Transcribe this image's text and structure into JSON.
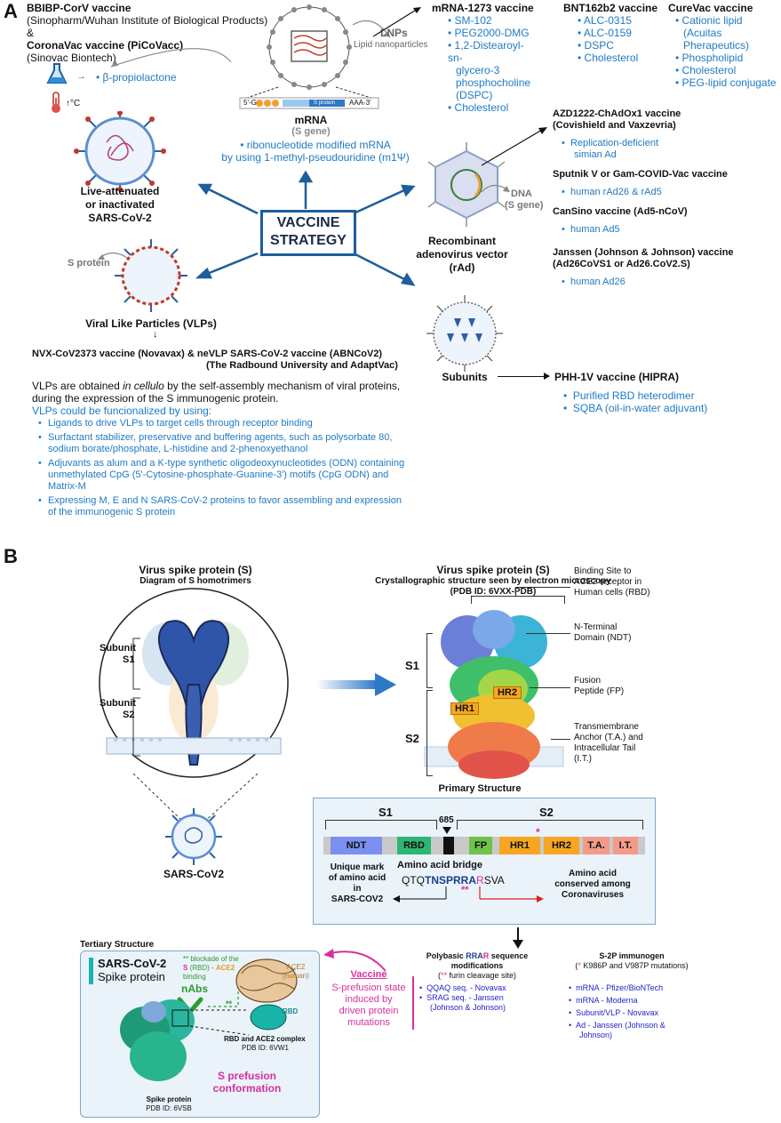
{
  "panels": {
    "a": "A",
    "b": "B"
  },
  "inactivated": {
    "v1_name": "BBIBP-CorV vaccine",
    "v1_maker": "(Sinopharm/Wuhan Institute of Biological Products)",
    "amp": "&",
    "v2_name": "CoronaVac vaccine (PiCoVacc)",
    "v2_maker": "(Sinovac Biontech)",
    "agent": "β-propiolactone",
    "temp": "°C",
    "title": [
      "Live-attenuated",
      "or inactivated",
      "SARS-CoV-2"
    ]
  },
  "mrna": {
    "lnp_title": "LNPs",
    "lnp_sub": "Lipid nanoparticles",
    "cap": "5'-G",
    "tail": "AAA-3'",
    "gene_label": "S protein",
    "title": "mRNA",
    "sub": "(S gene)",
    "note_line1": "ribonucleotide modified mRNA",
    "note_line2": "by using 1-methyl-pseudouridine (m1Ψ)"
  },
  "mrna_vaccines": [
    {
      "name": "mRNA-1273 vaccine",
      "items": [
        "SM-102",
        "PEG2000-DMG",
        "1,2-Distearoyl-sn-",
        "glycero-3",
        "phosphocholine",
        "(DSPC)",
        "Cholesterol"
      ]
    },
    {
      "name": "BNT162b2 vaccine",
      "items": [
        "ALC-0315",
        "ALC-0159",
        "DSPC",
        "Cholesterol"
      ]
    },
    {
      "name": "CureVac vaccine",
      "items": [
        "Cationic lipid",
        "(Acuitas Pherapeutics)",
        "Phospholipid",
        "Cholesterol",
        "PEG-lipid conjugate"
      ]
    }
  ],
  "center": [
    "VACCINE",
    "STRATEGY"
  ],
  "adeno": {
    "dna": "DNA",
    "dna_sub": "(S gene)",
    "title": [
      "Recombinant",
      "adenovirus vector",
      "(rAd)"
    ],
    "vaccines": [
      {
        "name1": "AZD1222-ChAdOx1 vaccine",
        "name2": "(Covishield and Vaxzevria)",
        "items": [
          "Replication-deficient",
          "simian Ad"
        ]
      },
      {
        "name1": "Sputnik V or Gam-COVID-Vac vaccine",
        "name2": "",
        "items": [
          "human rAd26 & rAd5"
        ]
      },
      {
        "name1": "CanSino vaccine (Ad5-nCoV)",
        "name2": "",
        "items": [
          "human Ad5"
        ]
      },
      {
        "name1": "Janssen  (Johnson & Johnson) vaccine",
        "name2": "(Ad26CoVS1 or Ad26.CoV2.S)",
        "items": [
          "human Ad26"
        ]
      }
    ]
  },
  "vlp": {
    "sprotein": "S protein",
    "title": "Viral Like Particles (VLPs)",
    "vaccines1": "NVX-CoV2373 vaccine (Novavax) & neVLP SARS-CoV-2 vaccine (ABNCoV2)",
    "vaccines2": "(The Radbound University and AdaptVac)",
    "desc1_a": "VLPs are obtained ",
    "desc1_i": "in cellulo",
    "desc1_b": " by the self-assembly mechanism of viral proteins,",
    "desc2": "during the expression of the S immunogenic protein.",
    "desc3": "VLPs could be funcionalized by using:",
    "bullets": [
      [
        "Ligands to drive VLPs to target cells through receptor binding"
      ],
      [
        "Surfactant stabilizer, preservative and buffering agents, such as polysorbate 80,",
        "sodium borate/phosphate, L-histidine and 2-phenoxyethanol"
      ],
      [
        "Adjuvants as alum and a K-type synthetic oligodeoxynucleotides (ODN) containing",
        "unmethylated CpG (5'-Cytosine-phosphate-Guanine-3') motifs (CpG ODN) and",
        "Matrix-M"
      ],
      [
        "Expressing M, E and N SARS-CoV-2 proteins to favor assembling and expression",
        "of the immunogenic S protein"
      ]
    ]
  },
  "subunit": {
    "title": "Subunits",
    "vaccine": "PHH-1V vaccine (HIPRA)",
    "items": [
      "Purified RBD heterodimer",
      "SQBA (oil-in-water adjuvant)"
    ]
  },
  "spike_diagram": {
    "title": "Virus spike protein (S)",
    "subtitle": "Diagram of S homotrimers",
    "s1_a": "Subunit",
    "s1_b": "S1",
    "s2_a": "Subunit",
    "s2_b": "S2",
    "virus": "SARS-CoV2"
  },
  "crystal": {
    "title": "Virus spike protein (S)",
    "subtitle": "Crystallographic structure seen by electron microscopy",
    "pdb": "(PDB ID: 6VXX-PDB)",
    "s1": "S1",
    "s2": "S2",
    "hr1": "HR1",
    "hr2": "HR2",
    "labels": [
      [
        "Binding Site to",
        "ACE2 receptor in",
        "Human cells (RBD)"
      ],
      [
        "N-Terminal",
        "Domain (NDT)"
      ],
      [
        "Fusion",
        "Peptide (FP)"
      ],
      [
        "Transmembrane",
        "Anchor (T.A.) and",
        "Intracellular Tail",
        "(I.T.)"
      ]
    ]
  },
  "primary": {
    "title": "Primary Structure",
    "s1": "S1",
    "s2": "S2",
    "pos": "685",
    "segments": [
      "NDT",
      "RBD",
      "FP",
      "HR1",
      "HR2",
      "T.A.",
      "I.T."
    ],
    "star": "*",
    "bridge": "Amino acid bridge",
    "seq_a": "QTQ",
    "seq_b": "TNSPRRA",
    "seq_c": "R",
    "seq_d": "SVA",
    "stars2": "**",
    "left_note": [
      "Unique mark",
      "of amino acid",
      "in",
      "SARS-COV2"
    ],
    "right_note": [
      "Amino acid",
      "conserved among",
      "Coronaviruses"
    ]
  },
  "tertiary": {
    "title": "Tertiary Structure",
    "box_title": "SARS-CoV-2",
    "box_sub": "Spike protein",
    "blockade_a": "** blockade of the",
    "blockade_s": "S",
    "blockade_rbd": " (RBD) - ",
    "blockade_ace2": "ACE2",
    "blockade_b": "binding",
    "nabs": "nAbs",
    "stars": "**",
    "ace2_a": "ACE2",
    "ace2_b": "(human)",
    "rbd": "RBD",
    "complex": "RBD and ACE2 complex",
    "complex_pdb": "PDB ID: 6VW1",
    "prefusion_a": "S prefusion",
    "prefusion_b": "conformation",
    "spike": "Spike protein",
    "spike_pdb": "PDB ID: 6VSB"
  },
  "vaccine_note": {
    "title": "Vaccine",
    "lines": [
      "S-prefusion state",
      "induced by",
      "driven protein",
      "mutations"
    ]
  },
  "polybasic": {
    "title_a": "Polybasic ",
    "rra": "RRA",
    "r": "R",
    "title_b": " sequence",
    "title_c": "modifications",
    "note_star": "**",
    "note": " furin cleavage site)",
    "open": "(",
    "items": [
      [
        "QQAQ seq. - Novavax"
      ],
      [
        "SRAG seq. - Janssen",
        "(Johnson & Johnson)"
      ]
    ]
  },
  "s2p": {
    "title": "S-2P immunogen",
    "open": "(",
    "star": "*",
    "note": " K986P and V987P mutations)",
    "items": [
      [
        "mRNA - Pfizer/BioNTech"
      ],
      [
        "mRNA - Moderna"
      ],
      [
        "Subunit/VLP - Novavax"
      ],
      [
        "Ad - Janssen (Johnson &",
        "Johnson)"
      ]
    ]
  },
  "colors": {
    "accent_blue": "#1f7ac4",
    "arrow_blue": "#1f5d9c",
    "pink": "#d6319a",
    "box_border": "#7ea7c9",
    "box_fill": "#eaf2fa",
    "virus_red": "#c0392b",
    "virus_blue": "#2b5fa8"
  },
  "icons": [
    "flask-icon",
    "thermometer-icon",
    "virus-icon",
    "mrna-lnp-icon",
    "adenovirus-icon",
    "vlp-icon",
    "subunit-icon",
    "antibody-icon",
    "down-arrow-icon"
  ]
}
